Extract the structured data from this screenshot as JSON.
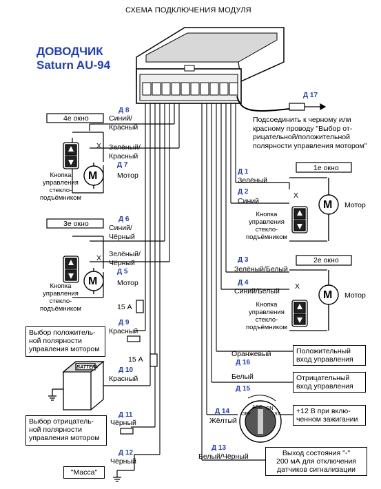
{
  "header": {
    "title": "СХЕМА ПОДКЛЮЧЕНИЯ МОДУЛЯ",
    "brand_line1": "ДОВОДЧИК",
    "brand_line2": "Saturn AU-94"
  },
  "windows": {
    "w4": {
      "label": "4е окно",
      "wire_top": "Синий/\nКрасный",
      "wire_bottom": "Зелёный/\nКрасный",
      "pin_top": "Д 8",
      "pin_bottom": "Д 7"
    },
    "w3": {
      "label": "3е окно",
      "wire_top": "Синий/\nЧёрный",
      "wire_bottom": "Зелёный/\nЧёрный",
      "pin_top": "Д 6",
      "pin_bottom": "Д 5"
    },
    "w1": {
      "label": "1е окно",
      "wire_top": "Зелёный",
      "wire_bottom": "Синий",
      "pin_top": "Д 1",
      "pin_bottom": "Д 2"
    },
    "w2": {
      "label": "2е окно",
      "wire_top": "Зелёный/Белый",
      "wire_bottom": "Синий/Белый",
      "pin_top": "Д 3",
      "pin_bottom": "Д 4"
    }
  },
  "common": {
    "motor_letter": "M",
    "motor_label": "Мотор",
    "switch_label": "Кнопка\nуправления\nстекло-\nподъёмником",
    "x_mark": "X"
  },
  "d17": {
    "pin": "Д 17",
    "note": "Подсоединить к черному или\nкрасному проводу \"Выбор от-\nрицательной/положительной\nполярности управления мотором\""
  },
  "left_inputs": {
    "fuse1": "15 А",
    "fuse2": "15 А",
    "d9_pin": "Д 9",
    "d9_wire": "Красный",
    "d9_box": "Выбор положитель-\nной полярности\nуправления мотором",
    "battery_text": "BATTERY",
    "d10_pin": "Д 10",
    "d10_wire": "Красный",
    "d11_pin": "Д 11",
    "d11_wire": "Чёрный",
    "d11_box": "Выбор отрицатель-\nной полярности\nуправления мотором",
    "d12_pin": "Д 12",
    "d12_wire": "Чёрный",
    "ground_box": "\"Масса\""
  },
  "right_inputs": {
    "d16_wire": "Оранжевый",
    "d16_pin": "Д 16",
    "d16_box": "Положительный\nвход управления",
    "d15_wire": "Белый",
    "d15_pin": "Д 15",
    "d15_box": "Отрицательный\nвход управления",
    "d14_pin": "Д 14",
    "d14_wire": "Жёлтый",
    "d14_box": "+12 В при вклю-\nченном зажигании",
    "ign_labels": [
      "OFF",
      "ACC",
      "ON",
      "ST"
    ],
    "d13_pin": "Д 13",
    "d13_wire": "Белый/Чёрный",
    "d13_box": "Выход состояния \"-\"\n200 мА для отключения\nдатчиков сигнализации"
  }
}
